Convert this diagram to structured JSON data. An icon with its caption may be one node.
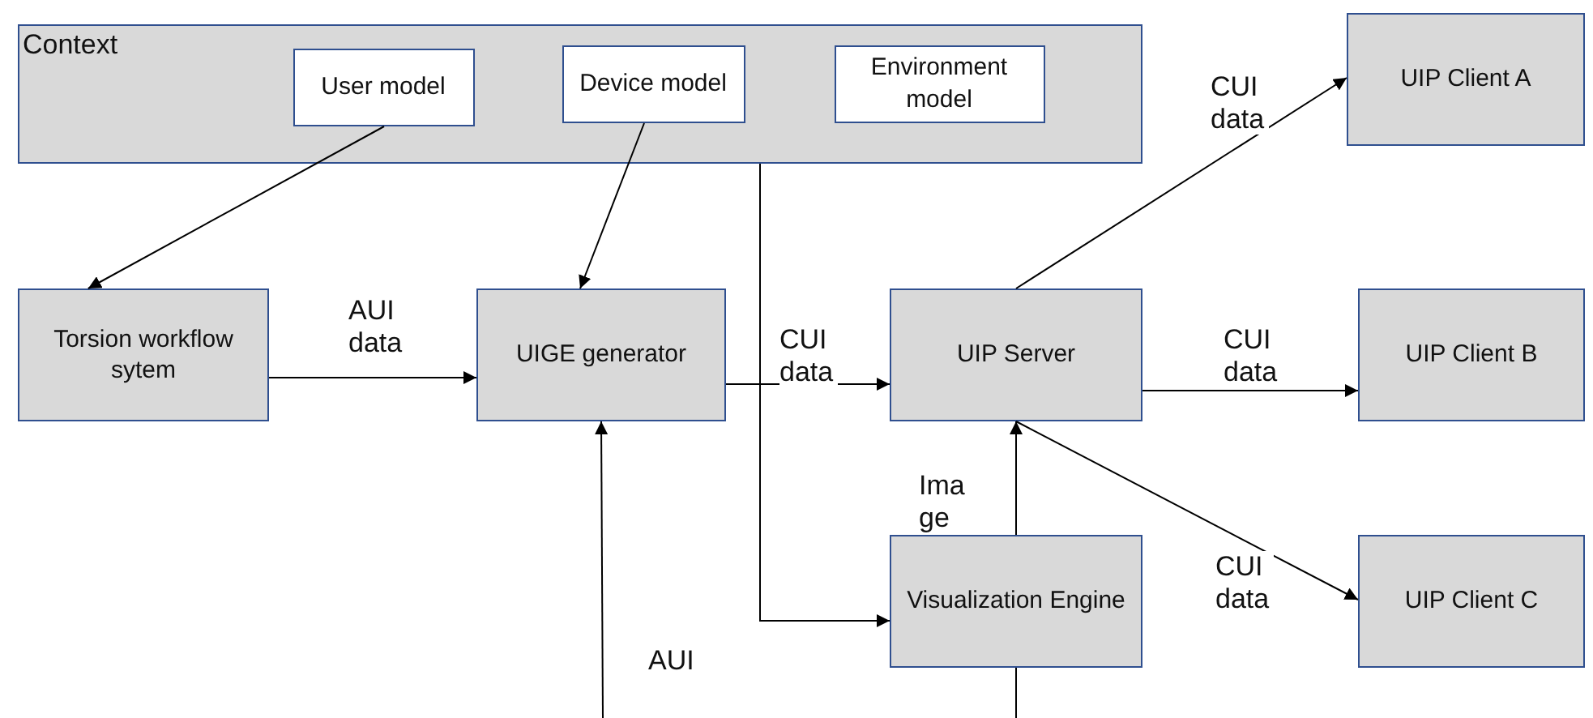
{
  "diagram": {
    "nodes": [
      {
        "text": [
          "Context"
        ]
      },
      {
        "text": [
          "User model"
        ],
        "in": 0
      },
      {
        "text": [
          "Device model"
        ],
        "in": 0
      },
      {
        "text": [
          "Environment model"
        ],
        "in": 0
      },
      {
        "text": [
          "Torsion workflow sytem"
        ]
      },
      {
        "text": [
          "UIGE generator"
        ]
      },
      {
        "text": [
          "UIP Server"
        ]
      },
      {
        "text": [
          "Visualization Engine"
        ]
      },
      {
        "text": [
          "UIP Client A"
        ]
      },
      {
        "text": [
          "UIP Client B"
        ]
      },
      {
        "text": [
          "UIP Client C"
        ]
      }
    ],
    "edges": [
      {
        "from": 1,
        "to": 4,
        "arrow": "to"
      },
      {
        "from": 2,
        "to": 5,
        "arrow": "to"
      },
      {
        "from": 0,
        "to": 7,
        "arrow": "to"
      },
      {
        "from": 4,
        "to": 5,
        "arrow": "to",
        "label": "AUI data"
      },
      {
        "from": 5,
        "to": 6,
        "arrow": "to",
        "label": "CUI data"
      },
      {
        "from": 6,
        "to": 8,
        "arrow": "to",
        "label": "CUI data"
      },
      {
        "from": 6,
        "to": 9,
        "arrow": "to",
        "label": "CUI data"
      },
      {
        "from": 6,
        "to": 10,
        "arrow": "to",
        "label": "CUI data"
      },
      {
        "from": 7,
        "to": 6,
        "arrow": "to",
        "label": "Image"
      },
      {
        "from": null,
        "to": 5,
        "arrow": "to",
        "label": "AUI"
      },
      {
        "from": 7,
        "to": null,
        "arrow": "none"
      }
    ]
  }
}
